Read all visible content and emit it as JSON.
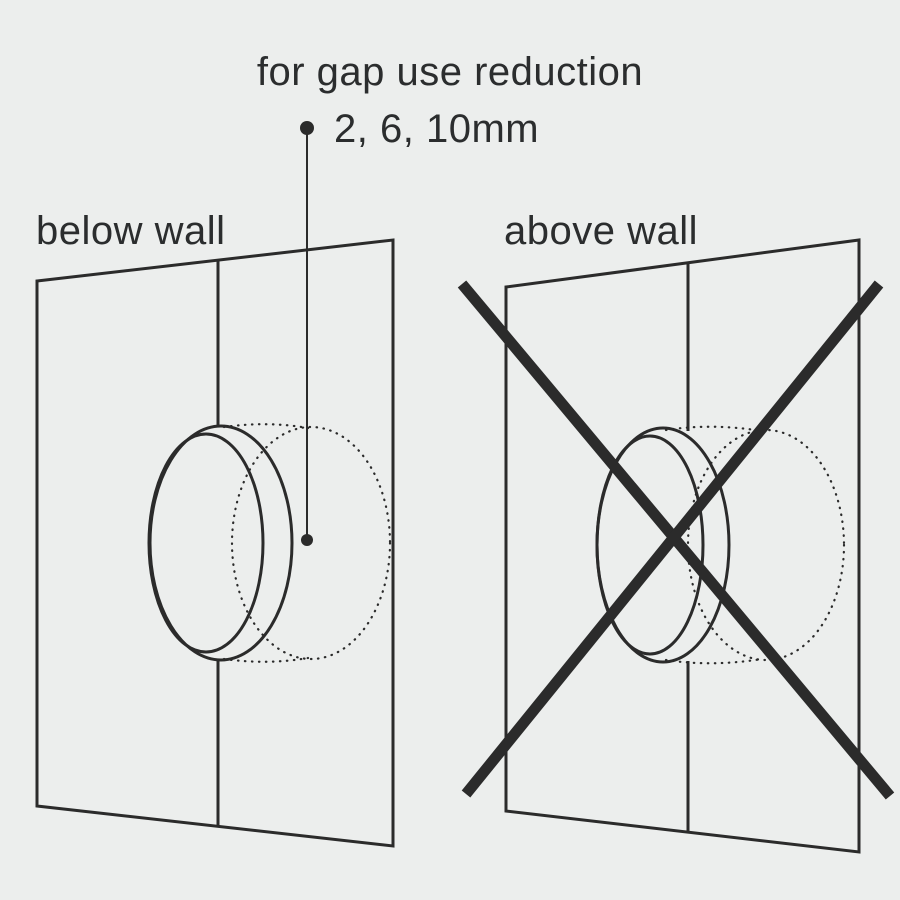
{
  "colors": {
    "background": "#eceeed",
    "line": "#2b2b2b",
    "text": "#2b2d2e"
  },
  "annotation": {
    "title": "for gap use reduction",
    "sizes": "2, 6, 10mm"
  },
  "panels": {
    "left": {
      "label": "below wall"
    },
    "right": {
      "label": "above wall"
    }
  }
}
